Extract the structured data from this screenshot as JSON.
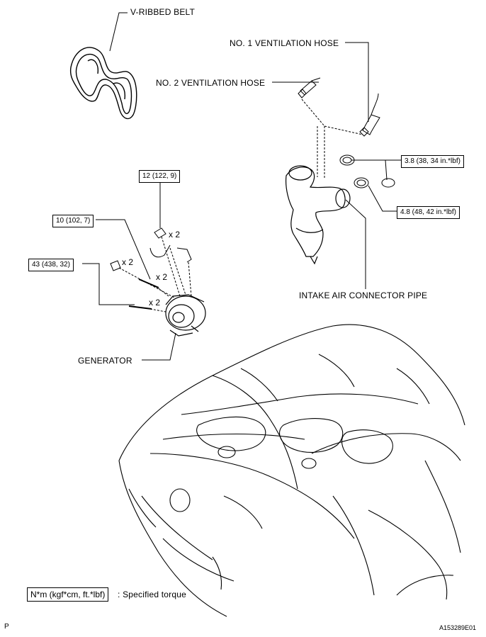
{
  "labels": {
    "v_ribbed_belt": "V-RIBBED BELT",
    "no1_hose": "NO. 1 VENTILATION HOSE",
    "no2_hose": "NO. 2 VENTILATION HOSE",
    "intake_pipe": "INTAKE AIR CONNECTOR PIPE",
    "generator": "GENERATOR"
  },
  "torques": {
    "t12": "12 (122, 9)",
    "t10": "10 (102, 7)",
    "t43": "43 (438, 32)",
    "t38": "3.8 (38, 34 in.*lbf)",
    "t48": "4.8 (48, 42 in.*lbf)"
  },
  "quantities": {
    "q_nut_12": "x 2",
    "q_nut_43": "x 2",
    "q_bolt_10": "x 2",
    "q_bolt_43": "x 2"
  },
  "legend": {
    "unit_box": "N*m (kgf*cm, ft.*lbf)",
    "text": ": Specified torque"
  },
  "footer": {
    "left": "P",
    "right": "A153289E01"
  }
}
